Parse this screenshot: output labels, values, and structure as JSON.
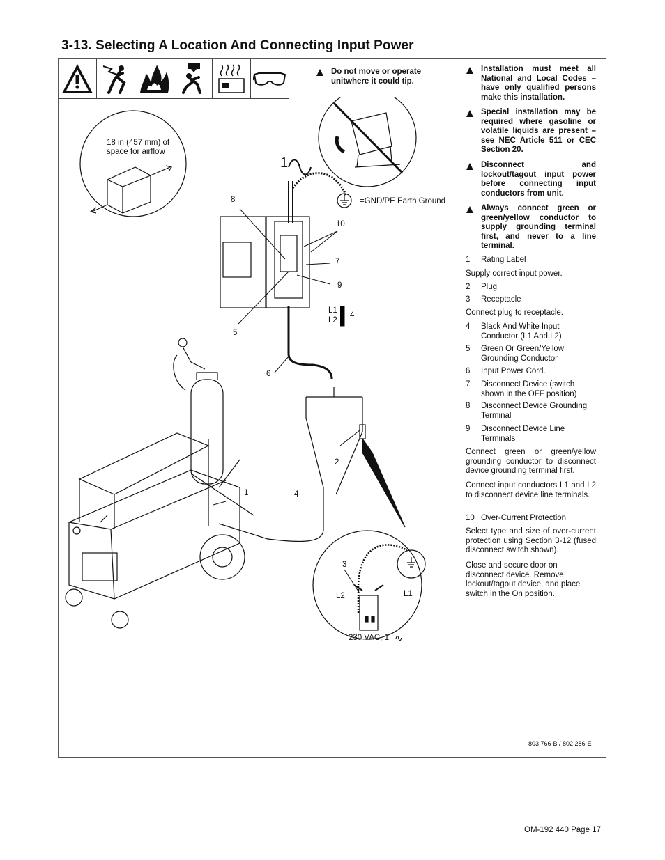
{
  "section_title": "3-13. Selecting A Location And Connecting Input Power",
  "icons": [
    "warning-triangle-icon",
    "electric-shock-icon",
    "fire-icon",
    "falling-equipment-icon",
    "hot-parts-icon",
    "safety-glasses-icon"
  ],
  "tip_warning": "Do not move or operate unitwhere it could tip.",
  "safety_notes": [
    "Installation must meet all National and Local Codes – have only qualified persons make this installation.",
    "Special installation may be required where gasoline or volatile liquids are present – see NEC Article 511 or CEC Section 20.",
    "Disconnect and lockout/tagout input power before connecting input conductors from unit.",
    "Always connect green or green/yellow conductor to supply grounding terminal first, and never to a line terminal."
  ],
  "diagram_labels": {
    "airflow": "18 in (457 mm) of space for airflow",
    "ground": "=GND/PE Earth Ground",
    "single_phase_1": "1",
    "callout_1": "1",
    "callout_2": "2",
    "callout_3": "3",
    "callout_4a": "4",
    "callout_4b": "4",
    "callout_5": "5",
    "callout_6": "6",
    "callout_7": "7",
    "callout_8": "8",
    "callout_9": "9",
    "callout_10": "10",
    "L1a": "L1",
    "L2a": "L2",
    "L1b": "L1",
    "L2b": "L2",
    "voltage": "230 VAC, 1"
  },
  "right_column": {
    "i1_num": "1",
    "i1_txt": "Rating Label",
    "p1": "Supply correct input power.",
    "i2_num": "2",
    "i2_txt": "Plug",
    "i3_num": "3",
    "i3_txt": "Receptacle",
    "p2": "Connect plug to receptacle.",
    "i4_num": "4",
    "i4_txt": "Black And White Input Conductor (L1 And L2)",
    "i5_num": "5",
    "i5_txt": "Green Or Green/Yellow Grounding Conductor",
    "i6_num": "6",
    "i6_txt": "Input Power Cord.",
    "i7_num": "7",
    "i7_txt": "Disconnect Device (switch shown in the OFF position)",
    "i8_num": "8",
    "i8_txt": "Disconnect Device Grounding Terminal",
    "i9_num": "9",
    "i9_txt": "Disconnect Device Line Terminals",
    "p3": "Connect green or green/yellow grounding conductor to disconnect device grounding terminal first.",
    "p4": "Connect input conductors L1 and L2 to disconnect device line terminals.",
    "i10_num": "10",
    "i10_txt": "Over-Current Protection",
    "p5": "Select type and size of over-current protection using Section 3-12 (fused disconnect switch shown).",
    "p6": "Close and secure door on disconnect device. Remove lockout/tagout device, and place switch in the On position."
  },
  "part_number": "803 766-B / 802 286-E",
  "page_footer": "OM-192 440 Page 17"
}
